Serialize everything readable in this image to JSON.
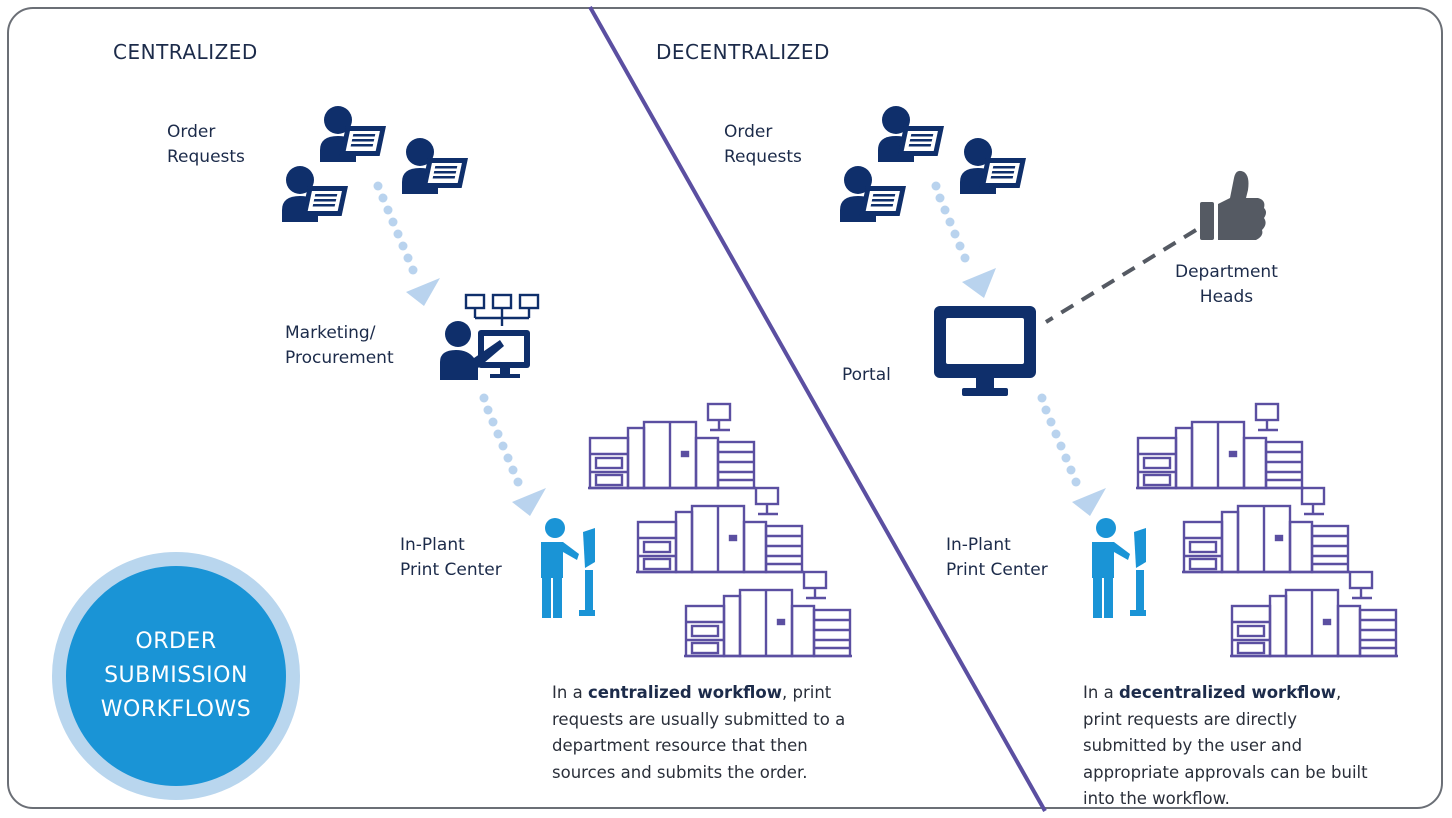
{
  "headings": {
    "centralized": "CENTRALIZED",
    "decentralized": "DECENTRALIZED"
  },
  "centralized": {
    "order_requests": [
      "Order",
      "Requests"
    ],
    "marketing": [
      "Marketing/",
      "Procurement"
    ],
    "inplant": [
      "In-Plant",
      "Print Center"
    ],
    "description": {
      "before": "In a ",
      "bold": "centralized workflow",
      "after": ", print requests are usually submitted to a department resource that then sources and submits the order."
    }
  },
  "decentralized": {
    "order_requests": [
      "Order",
      "Requests"
    ],
    "portal": "Portal",
    "department_heads": [
      "Department",
      "Heads"
    ],
    "inplant": [
      "In-Plant",
      "Print Center"
    ],
    "description": {
      "before": "In a ",
      "bold": "decentralized workflow",
      "after": ", print requests are directly submitted by the user and appropriate approvals can be built into the workflow."
    }
  },
  "badge": {
    "lines": [
      "ORDER",
      "SUBMISSION",
      "WORKFLOWS"
    ]
  },
  "colors": {
    "navy": "#0f2f6b",
    "purple": "#5b4fa1",
    "cyan": "#1a94d6",
    "dots": "#b9d3ee",
    "gray": "#555a63",
    "frame": "#6b6f76"
  },
  "icons": [
    "user-with-document-icon",
    "presenter-with-network-icon",
    "printer-icon",
    "operator-at-kiosk-icon",
    "monitor-icon",
    "thumbs-up-icon"
  ]
}
